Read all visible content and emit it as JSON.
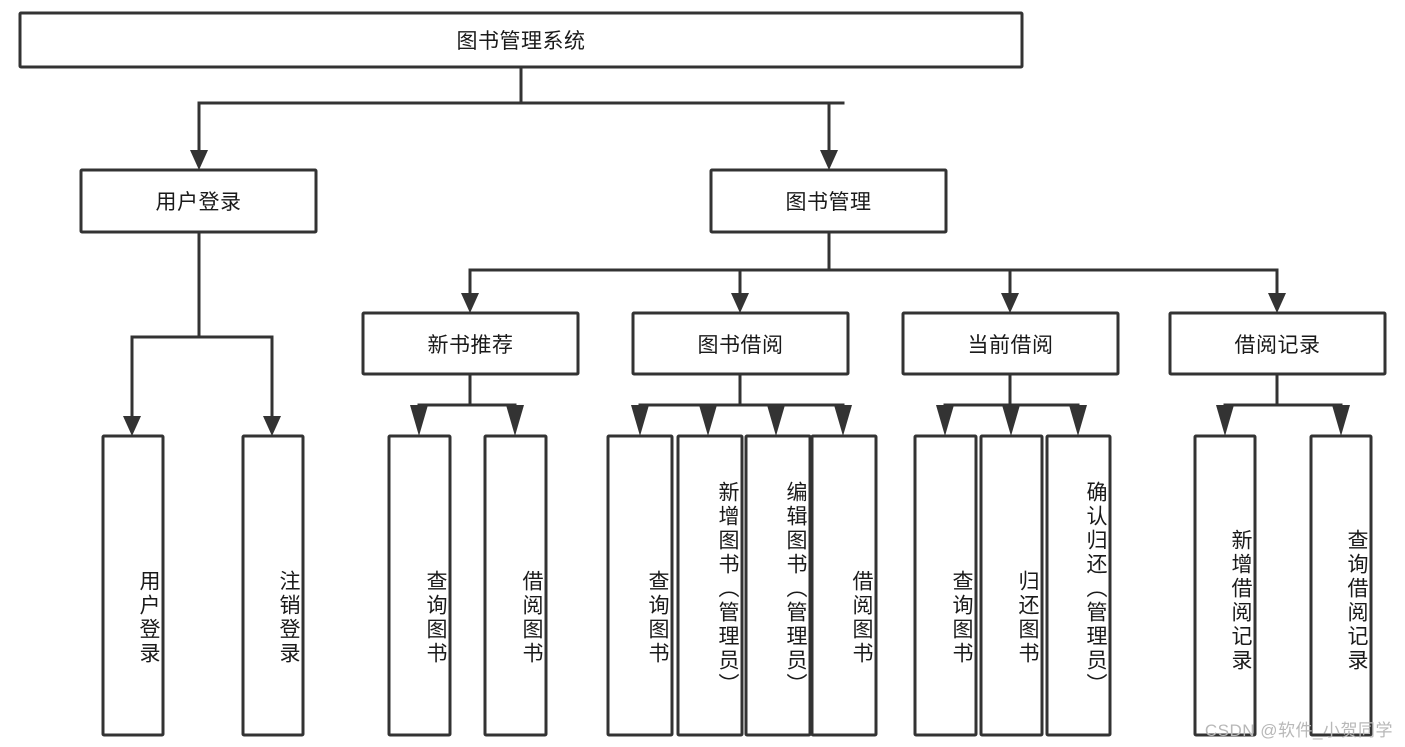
{
  "diagram": {
    "type": "tree-hierarchy",
    "title": "图书管理系统",
    "orientation": "top-down",
    "colors": {
      "box_stroke": "#333333",
      "box_fill": "#ffffff",
      "connector": "#333333",
      "text": "#1a1a1a",
      "watermark": "#b8b8b8",
      "background": "#ffffff"
    },
    "levels": [
      {
        "level": 1,
        "nodes": [
          {
            "id": "root",
            "label": "图书管理系统",
            "orientation": "horizontal"
          }
        ]
      },
      {
        "level": 2,
        "nodes": [
          {
            "id": "login",
            "label": "用户登录",
            "orientation": "horizontal",
            "parent": "root"
          },
          {
            "id": "bookmgmt",
            "label": "图书管理",
            "orientation": "horizontal",
            "parent": "root"
          }
        ]
      },
      {
        "level": 3,
        "nodes": [
          {
            "id": "newbook",
            "label": "新书推荐",
            "orientation": "horizontal",
            "parent": "bookmgmt"
          },
          {
            "id": "borrow",
            "label": "图书借阅",
            "orientation": "horizontal",
            "parent": "bookmgmt"
          },
          {
            "id": "current",
            "label": "当前借阅",
            "orientation": "horizontal",
            "parent": "bookmgmt"
          },
          {
            "id": "records",
            "label": "借阅记录",
            "orientation": "horizontal",
            "parent": "bookmgmt"
          }
        ]
      },
      {
        "level": 4,
        "nodes": [
          {
            "id": "leaf-user-login",
            "label": "用户登录",
            "orientation": "vertical",
            "parent": "login"
          },
          {
            "id": "leaf-user-logout",
            "label": "注销登录",
            "orientation": "vertical",
            "parent": "login"
          },
          {
            "id": "leaf-newbook-query",
            "label": "查询图书",
            "orientation": "vertical",
            "parent": "newbook"
          },
          {
            "id": "leaf-newbook-borrow",
            "label": "借阅图书",
            "orientation": "vertical",
            "parent": "newbook"
          },
          {
            "id": "leaf-borrow-query",
            "label": "查询图书",
            "orientation": "vertical",
            "parent": "borrow"
          },
          {
            "id": "leaf-borrow-add",
            "label": "新增图书（管理员）",
            "orientation": "vertical",
            "parent": "borrow"
          },
          {
            "id": "leaf-borrow-edit",
            "label": "编辑图书（管理员）",
            "orientation": "vertical",
            "parent": "borrow"
          },
          {
            "id": "leaf-borrow-lend",
            "label": "借阅图书",
            "orientation": "vertical",
            "parent": "borrow"
          },
          {
            "id": "leaf-current-query",
            "label": "查询图书",
            "orientation": "vertical",
            "parent": "current"
          },
          {
            "id": "leaf-current-return",
            "label": "归还图书",
            "orientation": "vertical",
            "parent": "current"
          },
          {
            "id": "leaf-current-confirm",
            "label": "确认归还（管理员）",
            "orientation": "vertical",
            "parent": "current"
          },
          {
            "id": "leaf-records-add",
            "label": "新增借阅记录",
            "orientation": "vertical",
            "parent": "records"
          },
          {
            "id": "leaf-records-query",
            "label": "查询借阅记录",
            "orientation": "vertical",
            "parent": "records"
          }
        ]
      }
    ]
  },
  "watermark": {
    "text": "CSDN @软件_小贺同学"
  }
}
